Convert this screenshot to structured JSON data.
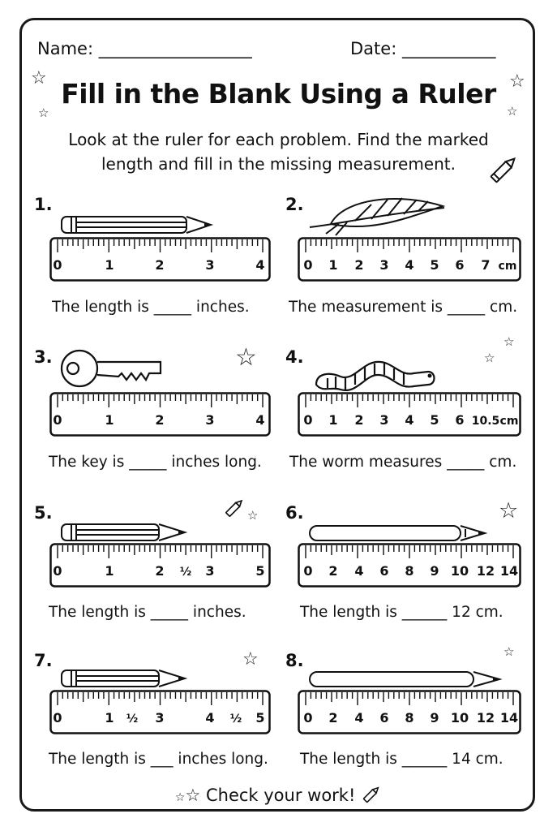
{
  "header": {
    "name": "Name: __________________",
    "date": "Date: ___________"
  },
  "title": "Fill in the Blank Using a Ruler",
  "instructions": {
    "line1": "Look at the ruler for each problem. Find the marked",
    "line2": "length and fill in the missing measurement."
  },
  "problems": [
    {
      "num": "1.",
      "question": "The length is _____ inches.",
      "object_icon": "pencil-icon",
      "ruler_labels": [
        "0",
        "1",
        "2",
        "3",
        "4"
      ]
    },
    {
      "num": "2.",
      "question": "The measurement is _____ cm.",
      "object_icon": "feather-icon",
      "ruler_labels": [
        "0",
        "1",
        "2",
        "3",
        "4",
        "5",
        "6",
        "7",
        "cm"
      ]
    },
    {
      "num": "3.",
      "question": "The key is _____ inches long.",
      "object_icon": "key-icon",
      "ruler_labels": [
        "0",
        "1",
        "2",
        "3",
        "4"
      ]
    },
    {
      "num": "4.",
      "question": "The worm measures _____ cm.",
      "object_icon": "worm-icon",
      "ruler_labels": [
        "0",
        "1",
        "2",
        "3",
        "4",
        "5",
        "6",
        "10.5",
        "cm"
      ]
    },
    {
      "num": "5.",
      "question": "The length is _____ inches.",
      "object_icon": "pencil-icon",
      "ruler_labels": [
        "0",
        "1",
        "2",
        "½",
        "3",
        "5"
      ]
    },
    {
      "num": "6.",
      "question": "The length is ______ 12 cm.",
      "object_icon": "pencil-icon",
      "ruler_labels": [
        "0",
        "2",
        "4",
        "6",
        "8",
        "9",
        "10",
        "12",
        "14"
      ]
    },
    {
      "num": "7.",
      "question": "The length is ___ inches long.",
      "object_icon": "pencil-icon",
      "ruler_labels": [
        "0",
        "1",
        "½",
        "3",
        "4",
        "½",
        "5"
      ]
    },
    {
      "num": "8.",
      "question": "The length is ______ 14 cm.",
      "object_icon": "pencil-icon",
      "ruler_labels": [
        "0",
        "2",
        "4",
        "6",
        "8",
        "9",
        "10",
        "12",
        "14"
      ]
    }
  ],
  "footer": "Check your work!",
  "colors": {
    "ink": "#111111",
    "paper": "#ffffff"
  }
}
